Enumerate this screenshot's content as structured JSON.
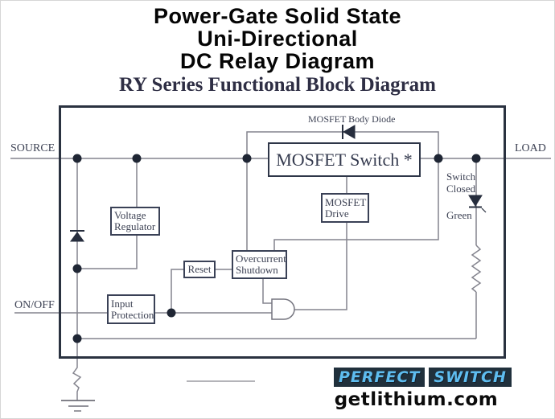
{
  "title": {
    "line1": "Power-Gate Solid State",
    "line2": "Uni-Directional",
    "line3": "DC Relay Diagram"
  },
  "subtitle": "RY Series Functional Block Diagram",
  "diagram": {
    "terminals": {
      "source": "SOURCE",
      "load": "LOAD",
      "on_off": "ON/OFF"
    },
    "blocks": {
      "mosfet_switch": "MOSFET Switch *",
      "mosfet_drive": "MOSFET Drive",
      "voltage_regulator": "Voltage Regulator",
      "reset": "Reset",
      "overcurrent_shutdown": "Overcurrent Shutdown",
      "input_protection": "Input Protection"
    },
    "annotations": {
      "body_diode": "MOSFET Body Diode",
      "switch_closed": "Switch Closed",
      "led_color": "Green"
    }
  },
  "footer": {
    "brand": {
      "words": [
        "PERFECT",
        "SWITCH"
      ],
      "text_color": "#5ebdf0",
      "bg_color": "#20303c"
    },
    "website": "getlithium.com"
  }
}
